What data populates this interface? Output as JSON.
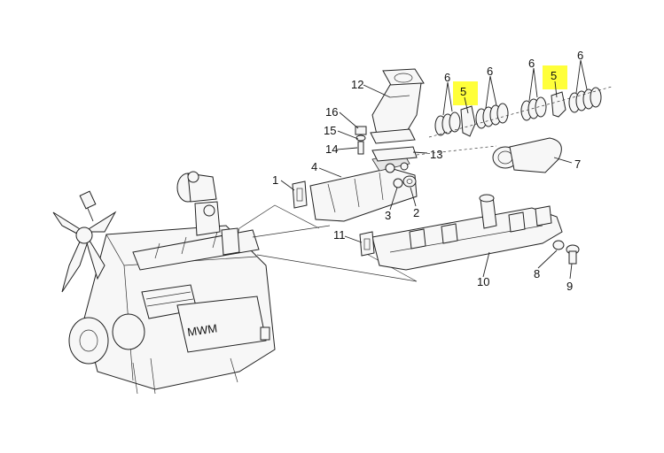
{
  "diagram": {
    "engine_badge": "MWM",
    "callouts": [
      {
        "id": "c1",
        "text": "1"
      },
      {
        "id": "c2",
        "text": "2"
      },
      {
        "id": "c3",
        "text": "3"
      },
      {
        "id": "c4",
        "text": "4"
      },
      {
        "id": "c5a",
        "text": "5"
      },
      {
        "id": "c5b",
        "text": "5"
      },
      {
        "id": "c6a",
        "text": "6"
      },
      {
        "id": "c6b",
        "text": "6"
      },
      {
        "id": "c6c",
        "text": "6"
      },
      {
        "id": "c6d",
        "text": "6"
      },
      {
        "id": "c7",
        "text": "7"
      },
      {
        "id": "c8",
        "text": "8"
      },
      {
        "id": "c9",
        "text": "9"
      },
      {
        "id": "c10",
        "text": "10"
      },
      {
        "id": "c11",
        "text": "11"
      },
      {
        "id": "c12",
        "text": "12"
      },
      {
        "id": "c13",
        "text": "13"
      },
      {
        "id": "c14",
        "text": "14"
      },
      {
        "id": "c15",
        "text": "15"
      },
      {
        "id": "c16",
        "text": "16"
      }
    ],
    "highlight_color": "#ffff3a",
    "highlighted_parts": [
      "5",
      "5"
    ]
  }
}
